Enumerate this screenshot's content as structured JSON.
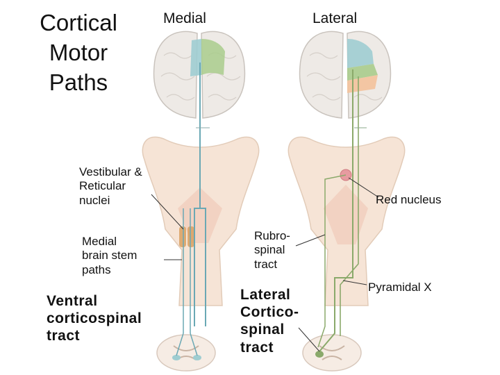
{
  "slide": {
    "title": "Cortical\nMotor\nPaths",
    "column_headers": {
      "medial": "Medial",
      "lateral": "Lateral"
    }
  },
  "labels": {
    "vestibular_reticular": "Vestibular &\nReticular\nnuclei",
    "medial_brain_stem": "Medial\nbrain stem\npaths",
    "ventral_corticospinal": "Ventral\ncorticospinal\ntract",
    "rubrospinal": "Rubro-\nspinal\ntract",
    "lateral_corticospinal": "Lateral\nCortico-\nspinal\ntract",
    "red_nucleus": "Red nucleus",
    "pyramidal_x": "Pyramidal X"
  },
  "colors": {
    "brain": "#eeeae6",
    "brain_outline": "#c9c3bd",
    "brainstem": "#f6e4d6",
    "brainstem_outline": "#e2cbb8",
    "medial_tract": "#6aa8b4",
    "lateral_tract": "#8aa96a",
    "area_green": "#a9cc8c",
    "area_blue": "#9fcdd1",
    "area_orange": "#f2c49f",
    "red_nucleus": "#e79ba0",
    "vestibular_nuclei": "#d9a060"
  }
}
